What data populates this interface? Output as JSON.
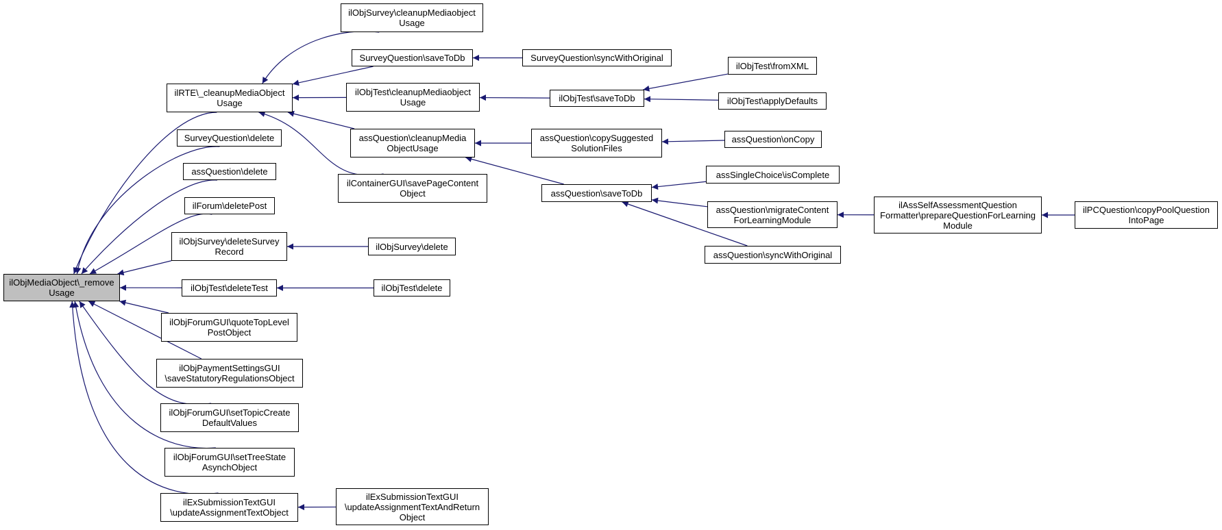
{
  "colors": {
    "edge": "#191970",
    "node_border": "#000000",
    "node_fill": "#ffffff",
    "root_fill": "#bfbfbf"
  },
  "nodes": [
    {
      "id": "root",
      "label": "ilObjMediaObject\\_remove\nUsage",
      "root": true
    },
    {
      "id": "rte",
      "label": "ilRTE\\_cleanupMediaObject\nUsage"
    },
    {
      "id": "sq_delete",
      "label": "SurveyQuestion\\delete"
    },
    {
      "id": "aq_delete",
      "label": "assQuestion\\delete"
    },
    {
      "id": "forum_delpost",
      "label": "ilForum\\deletePost"
    },
    {
      "id": "survey_delrec",
      "label": "ilObjSurvey\\deleteSurvey\nRecord"
    },
    {
      "id": "test_deltest",
      "label": "ilObjTest\\deleteTest"
    },
    {
      "id": "forum_quote",
      "label": "ilObjForumGUI\\quoteTopLevel\nPostObject"
    },
    {
      "id": "payment",
      "label": "ilObjPaymentSettingsGUI\n\\saveStatutoryRegulationsObject"
    },
    {
      "id": "forum_topic",
      "label": "ilObjForumGUI\\setTopicCreate\nDefaultValues"
    },
    {
      "id": "forum_tree",
      "label": "ilObjForumGUI\\setTreeState\nAsynchObject"
    },
    {
      "id": "exsub_update",
      "label": "ilExSubmissionTextGUI\n\\updateAssignmentTextObject"
    },
    {
      "id": "survey_cleanup",
      "label": "ilObjSurvey\\cleanupMediaobject\nUsage"
    },
    {
      "id": "sq_save",
      "label": "SurveyQuestion\\saveToDb"
    },
    {
      "id": "test_cleanup",
      "label": "ilObjTest\\cleanupMediaobject\nUsage"
    },
    {
      "id": "aq_cleanup",
      "label": "assQuestion\\cleanupMedia\nObjectUsage"
    },
    {
      "id": "container",
      "label": "ilContainerGUI\\savePageContent\nObject"
    },
    {
      "id": "survey_delete",
      "label": "ilObjSurvey\\delete"
    },
    {
      "id": "test_delete",
      "label": "ilObjTest\\delete"
    },
    {
      "id": "exsub_return",
      "label": "ilExSubmissionTextGUI\n\\updateAssignmentTextAndReturn\nObject"
    },
    {
      "id": "sq_sync",
      "label": "SurveyQuestion\\syncWithOriginal"
    },
    {
      "id": "test_save",
      "label": "ilObjTest\\saveToDb"
    },
    {
      "id": "aq_copysugg",
      "label": "assQuestion\\copySuggested\nSolutionFiles"
    },
    {
      "id": "aq_save",
      "label": "assQuestion\\saveToDb"
    },
    {
      "id": "test_fromxml",
      "label": "ilObjTest\\fromXML"
    },
    {
      "id": "test_defaults",
      "label": "ilObjTest\\applyDefaults"
    },
    {
      "id": "aq_oncopy",
      "label": "assQuestion\\onCopy"
    },
    {
      "id": "single_complete",
      "label": "assSingleChoice\\isComplete"
    },
    {
      "id": "aq_migrate",
      "label": "assQuestion\\migrateContent\nForLearningModule"
    },
    {
      "id": "aq_sync",
      "label": "assQuestion\\syncWithOriginal"
    },
    {
      "id": "self_assess",
      "label": "ilAssSelfAssessmentQuestion\nFormatter\\prepareQuestionForLearning\nModule"
    },
    {
      "id": "pc_copy",
      "label": "ilPCQuestion\\copyPoolQuestion\nIntoPage"
    }
  ],
  "edges": [
    {
      "from": "root",
      "to": "rte"
    },
    {
      "from": "root",
      "to": "sq_delete"
    },
    {
      "from": "root",
      "to": "aq_delete"
    },
    {
      "from": "root",
      "to": "forum_delpost"
    },
    {
      "from": "root",
      "to": "survey_delrec"
    },
    {
      "from": "root",
      "to": "test_deltest"
    },
    {
      "from": "root",
      "to": "forum_quote"
    },
    {
      "from": "root",
      "to": "payment"
    },
    {
      "from": "root",
      "to": "forum_topic"
    },
    {
      "from": "root",
      "to": "forum_tree"
    },
    {
      "from": "root",
      "to": "exsub_update"
    },
    {
      "from": "rte",
      "to": "survey_cleanup"
    },
    {
      "from": "rte",
      "to": "sq_save"
    },
    {
      "from": "rte",
      "to": "test_cleanup"
    },
    {
      "from": "rte",
      "to": "aq_cleanup"
    },
    {
      "from": "rte",
      "to": "container"
    },
    {
      "from": "survey_delrec",
      "to": "survey_delete"
    },
    {
      "from": "test_deltest",
      "to": "test_delete"
    },
    {
      "from": "exsub_update",
      "to": "exsub_return"
    },
    {
      "from": "sq_save",
      "to": "sq_sync"
    },
    {
      "from": "test_cleanup",
      "to": "test_save"
    },
    {
      "from": "aq_cleanup",
      "to": "aq_copysugg"
    },
    {
      "from": "aq_cleanup",
      "to": "aq_save"
    },
    {
      "from": "test_save",
      "to": "test_fromxml"
    },
    {
      "from": "test_save",
      "to": "test_defaults"
    },
    {
      "from": "aq_copysugg",
      "to": "aq_oncopy"
    },
    {
      "from": "aq_save",
      "to": "single_complete"
    },
    {
      "from": "aq_save",
      "to": "aq_migrate"
    },
    {
      "from": "aq_save",
      "to": "aq_sync"
    },
    {
      "from": "aq_migrate",
      "to": "self_assess"
    },
    {
      "from": "self_assess",
      "to": "pc_copy"
    }
  ]
}
